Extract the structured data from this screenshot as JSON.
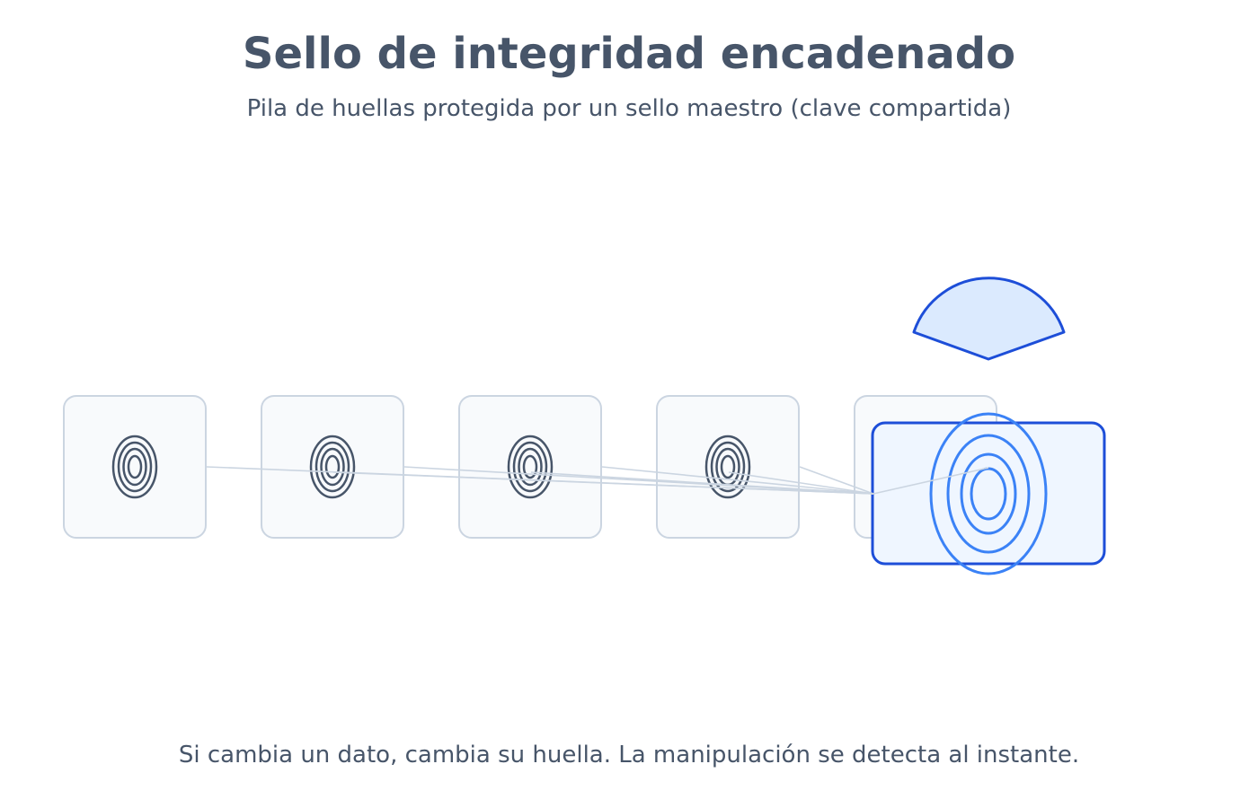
{
  "title": "Sello de integridad encadenado",
  "subtitle": "Pila de huellas protegida por un sello maestro (clave compartida)",
  "footer": "Si cambia un dato, cambia su huella. La manipulación se detecta al instante.",
  "diagram": {
    "fingerprint_blocks": 5,
    "icons": [
      "fingerprint-icon",
      "master-seal-icon",
      "shield-icon"
    ],
    "colors": {
      "text": "#475569",
      "block_fill": "#f8fafc",
      "block_stroke": "#cbd5e1",
      "fingerprint": "#475569",
      "seal_stroke": "#1d4ed8",
      "seal_fill": "#eff6ff",
      "seal_rings": "#3b82f6",
      "shield_fill": "#dbeafe",
      "connector": "#cbd5e1"
    }
  }
}
